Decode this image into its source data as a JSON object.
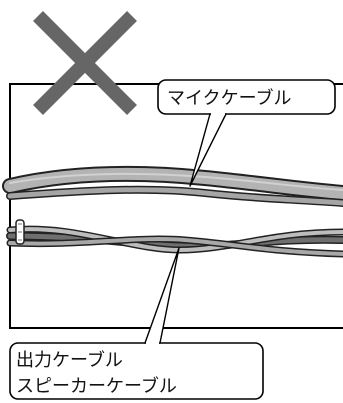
{
  "labels": {
    "mic_cable": "マイクケーブル",
    "output_cable": "出力ケーブル",
    "speaker_cable": "スピーカーケーブル"
  },
  "icons": {
    "wrong_mark": "x-mark-icon"
  },
  "colors": {
    "x_mark": "#666666",
    "frame": "#000000",
    "cable_light": "#b3b3b3",
    "cable_outline": "#222222",
    "cable_dark": "#6f6f6f",
    "text": "#111111"
  }
}
